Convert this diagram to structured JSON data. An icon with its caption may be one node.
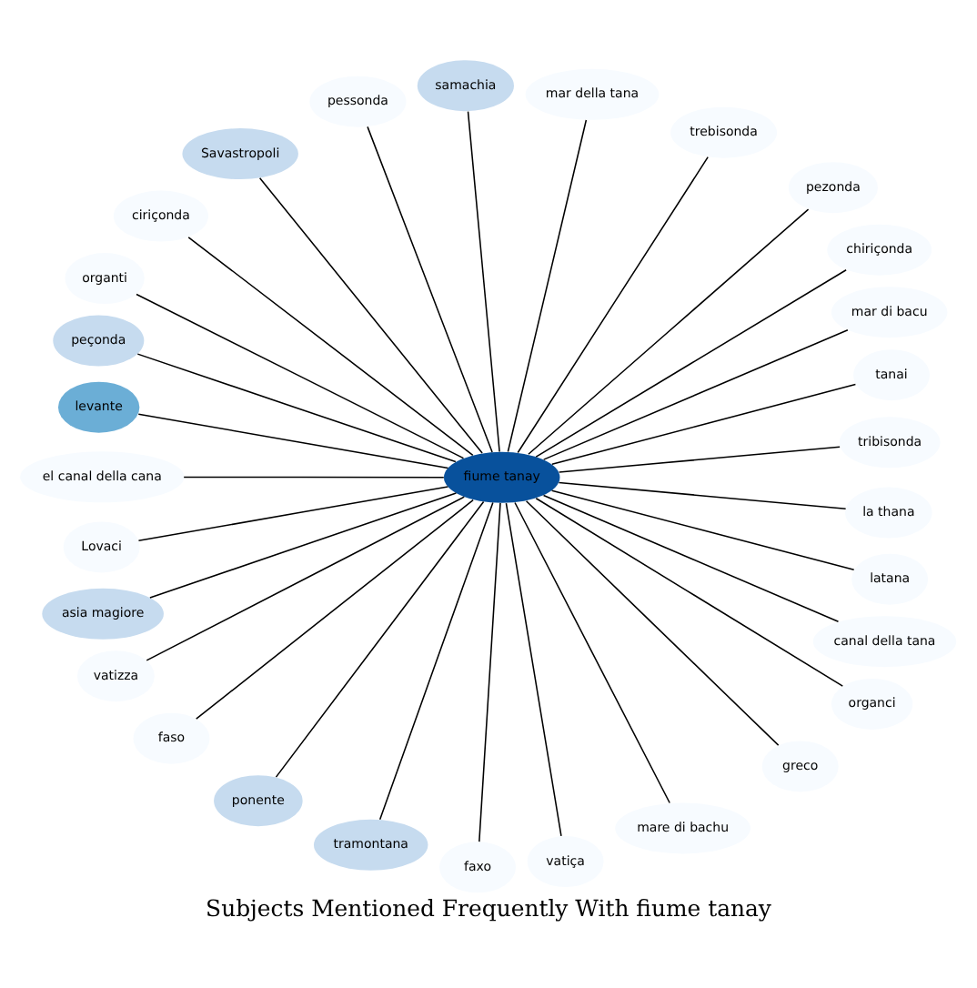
{
  "diagram": {
    "title": "Subjects Mentioned Frequently With fiume tanay",
    "nodes": [
      {
        "text": [
          "fiume tanay"
        ]
      },
      {
        "text": [
          "tribisonda"
        ]
      },
      {
        "text": [
          "tanai"
        ]
      },
      {
        "text": [
          "mar di bacu"
        ]
      },
      {
        "text": [
          "chiriçonda"
        ]
      },
      {
        "text": [
          "pezonda"
        ]
      },
      {
        "text": [
          "trebisonda"
        ]
      },
      {
        "text": [
          "mar della tana"
        ]
      },
      {
        "text": [
          "samachia"
        ]
      },
      {
        "text": [
          "pessonda"
        ]
      },
      {
        "text": [
          "Savastropoli"
        ]
      },
      {
        "text": [
          "ciriçonda"
        ]
      },
      {
        "text": [
          "organti"
        ]
      },
      {
        "text": [
          "peçonda"
        ]
      },
      {
        "text": [
          "levante"
        ]
      },
      {
        "text": [
          "el canal della cana"
        ]
      },
      {
        "text": [
          "Lovaci"
        ]
      },
      {
        "text": [
          "asia magiore"
        ]
      },
      {
        "text": [
          "vatizza"
        ]
      },
      {
        "text": [
          "faso"
        ]
      },
      {
        "text": [
          "ponente"
        ]
      },
      {
        "text": [
          "tramontana"
        ]
      },
      {
        "text": [
          "faxo"
        ]
      },
      {
        "text": [
          "vatiça"
        ]
      },
      {
        "text": [
          "mare di bachu"
        ]
      },
      {
        "text": [
          "greco"
        ]
      },
      {
        "text": [
          "organci"
        ]
      },
      {
        "text": [
          "canal della tana"
        ]
      },
      {
        "text": [
          "latana"
        ]
      },
      {
        "text": [
          "la thana"
        ]
      }
    ],
    "edges": [
      {
        "from": 0,
        "to": 1,
        "arrow": "none"
      },
      {
        "from": 0,
        "to": 2,
        "arrow": "none"
      },
      {
        "from": 0,
        "to": 3,
        "arrow": "none"
      },
      {
        "from": 0,
        "to": 4,
        "arrow": "none"
      },
      {
        "from": 0,
        "to": 5,
        "arrow": "none"
      },
      {
        "from": 0,
        "to": 6,
        "arrow": "none"
      },
      {
        "from": 0,
        "to": 7,
        "arrow": "none"
      },
      {
        "from": 0,
        "to": 8,
        "arrow": "none"
      },
      {
        "from": 0,
        "to": 9,
        "arrow": "none"
      },
      {
        "from": 0,
        "to": 10,
        "arrow": "none"
      },
      {
        "from": 0,
        "to": 11,
        "arrow": "none"
      },
      {
        "from": 0,
        "to": 12,
        "arrow": "none"
      },
      {
        "from": 0,
        "to": 13,
        "arrow": "none"
      },
      {
        "from": 0,
        "to": 14,
        "arrow": "none"
      },
      {
        "from": 0,
        "to": 15,
        "arrow": "none"
      },
      {
        "from": 0,
        "to": 16,
        "arrow": "none"
      },
      {
        "from": 0,
        "to": 17,
        "arrow": "none"
      },
      {
        "from": 0,
        "to": 18,
        "arrow": "none"
      },
      {
        "from": 0,
        "to": 19,
        "arrow": "none"
      },
      {
        "from": 0,
        "to": 20,
        "arrow": "none"
      },
      {
        "from": 0,
        "to": 21,
        "arrow": "none"
      },
      {
        "from": 0,
        "to": 22,
        "arrow": "none"
      },
      {
        "from": 0,
        "to": 23,
        "arrow": "none"
      },
      {
        "from": 0,
        "to": 24,
        "arrow": "none"
      },
      {
        "from": 0,
        "to": 25,
        "arrow": "none"
      },
      {
        "from": 0,
        "to": 26,
        "arrow": "none"
      },
      {
        "from": 0,
        "to": 27,
        "arrow": "none"
      },
      {
        "from": 0,
        "to": 28,
        "arrow": "none"
      },
      {
        "from": 0,
        "to": 29,
        "arrow": "none"
      }
    ]
  }
}
